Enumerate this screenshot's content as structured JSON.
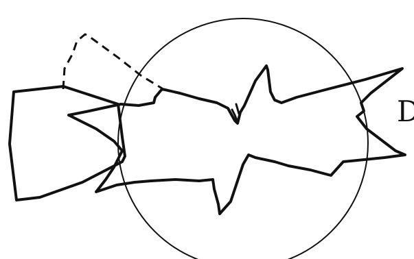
{
  "diagram": {
    "side_label": "D",
    "stroke_color": "#111111",
    "background_color": "#ffffff",
    "shapes": [
      {
        "name": "circle",
        "style": "solid"
      },
      {
        "name": "bow-tie-shape",
        "style": "solid"
      },
      {
        "name": "star-shape",
        "style": "solid"
      },
      {
        "name": "dashed-outline",
        "style": "dashed"
      }
    ]
  }
}
